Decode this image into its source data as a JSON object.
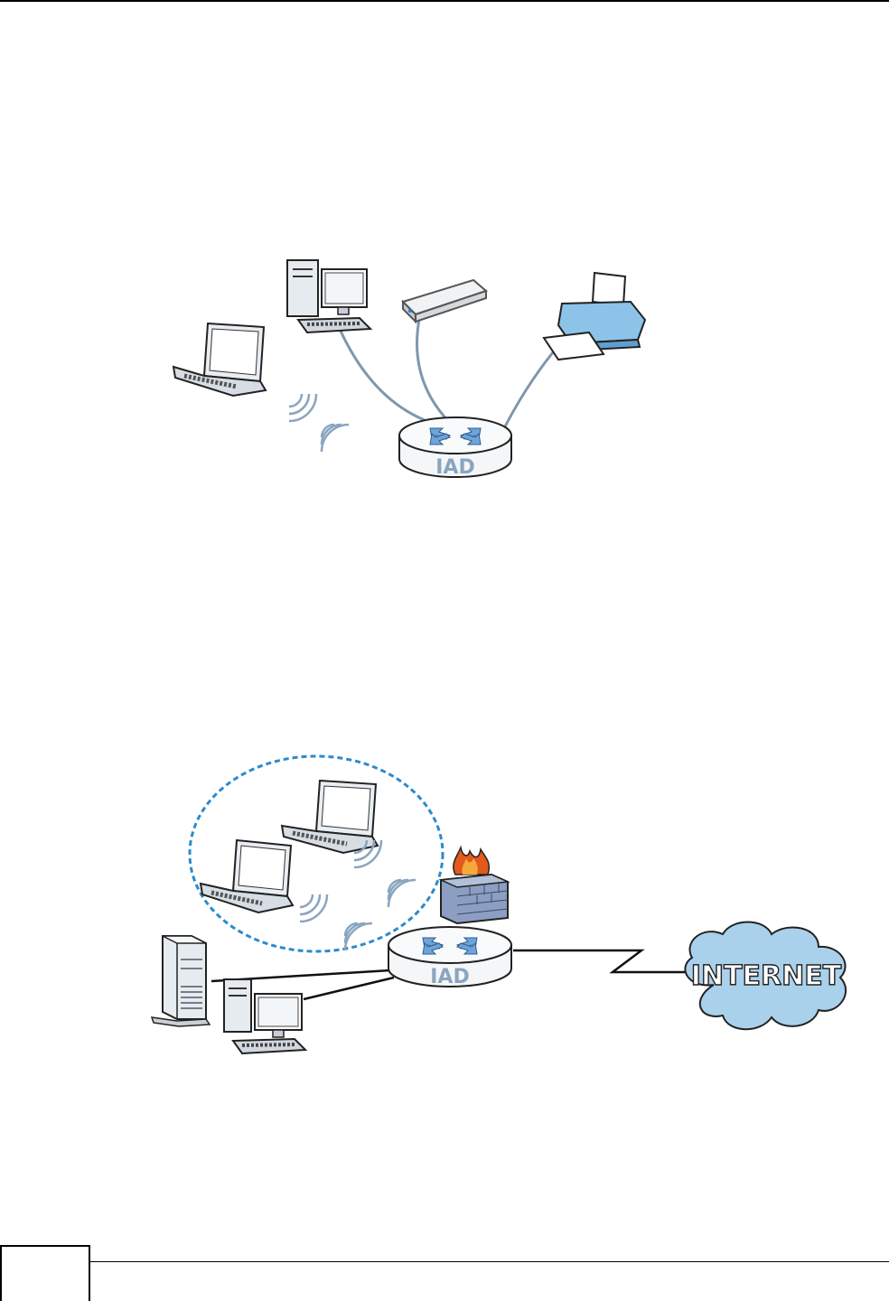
{
  "diagrams": {
    "home_network": {
      "devices": [
        "laptop-icon",
        "desktop-computer-icon",
        "storage-device-icon",
        "printer-icon",
        "router-icon"
      ],
      "router_label": "IAD"
    },
    "internet_access": {
      "devices": [
        "laptop-icon",
        "laptop-icon",
        "firewall-icon",
        "server-icon",
        "desktop-computer-icon",
        "router-icon",
        "internet-cloud-icon"
      ],
      "router_label": "IAD",
      "cloud_label": "INTERNET"
    }
  },
  "colors": {
    "cable": "#7e97ad",
    "router_arrow": "#6fa4d8",
    "wireless_zone": "#2a8bcc",
    "cloud_fill": "#a9d1ec",
    "firewall_brick": "#8c9ec2",
    "flame": "#e25a1c"
  }
}
